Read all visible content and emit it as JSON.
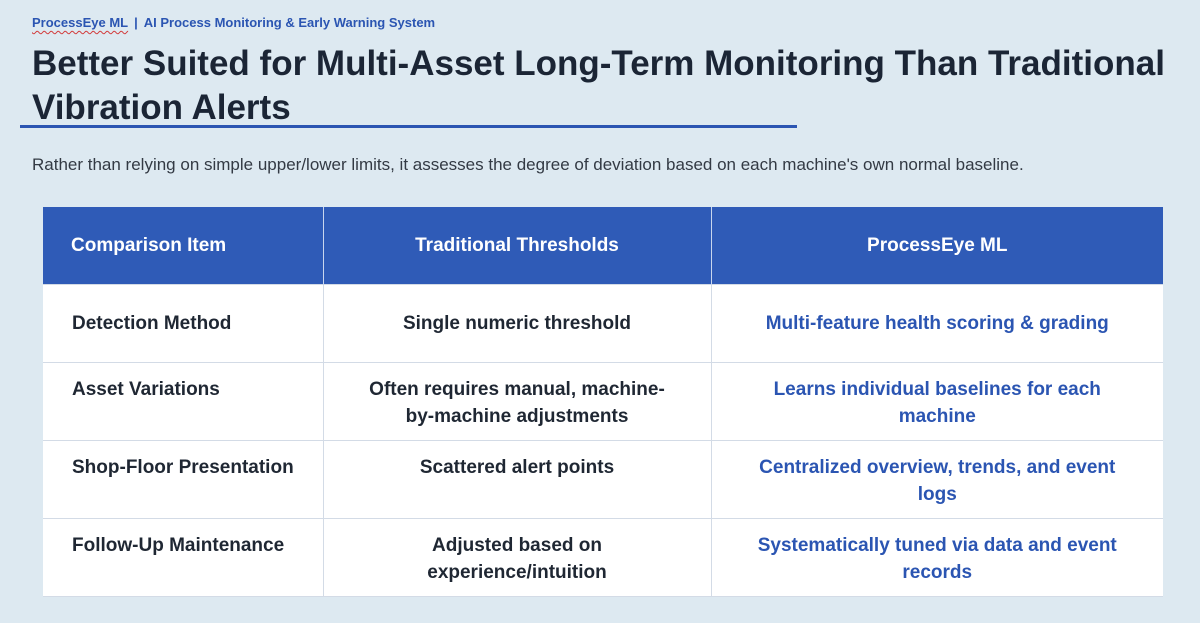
{
  "header": {
    "brand": "ProcessEye ML",
    "separator": "|",
    "tagline": "AI Process Monitoring & Early Warning System"
  },
  "title": "Better Suited for Multi-Asset Long-Term Monitoring Than Traditional Vibration Alerts",
  "subtitle": "Rather than relying on simple upper/lower limits, it assesses the degree of deviation based on each machine's own normal baseline.",
  "table": {
    "columns": [
      "Comparison Item",
      "Traditional Thresholds",
      "ProcessEye ML"
    ],
    "rows": [
      {
        "item": "Detection Method",
        "traditional": "Single numeric threshold",
        "ml": "Multi-feature health scoring & grading"
      },
      {
        "item": "Asset Variations",
        "traditional": "Often requires manual, machine-by-machine adjustments",
        "ml": "Learns individual baselines for each machine"
      },
      {
        "item": "Shop-Floor Presentation",
        "traditional": "Scattered alert points",
        "ml": "Centralized overview, trends, and event logs"
      },
      {
        "item": "Follow-Up Maintenance",
        "traditional": "Adjusted based on experience/intuition",
        "ml": "Systematically tuned via data and event records"
      }
    ]
  },
  "colors": {
    "background": "#dde9f1",
    "accent": "#2f5bb7",
    "ml_text": "#2b55b2",
    "title_text": "#1b2535"
  }
}
